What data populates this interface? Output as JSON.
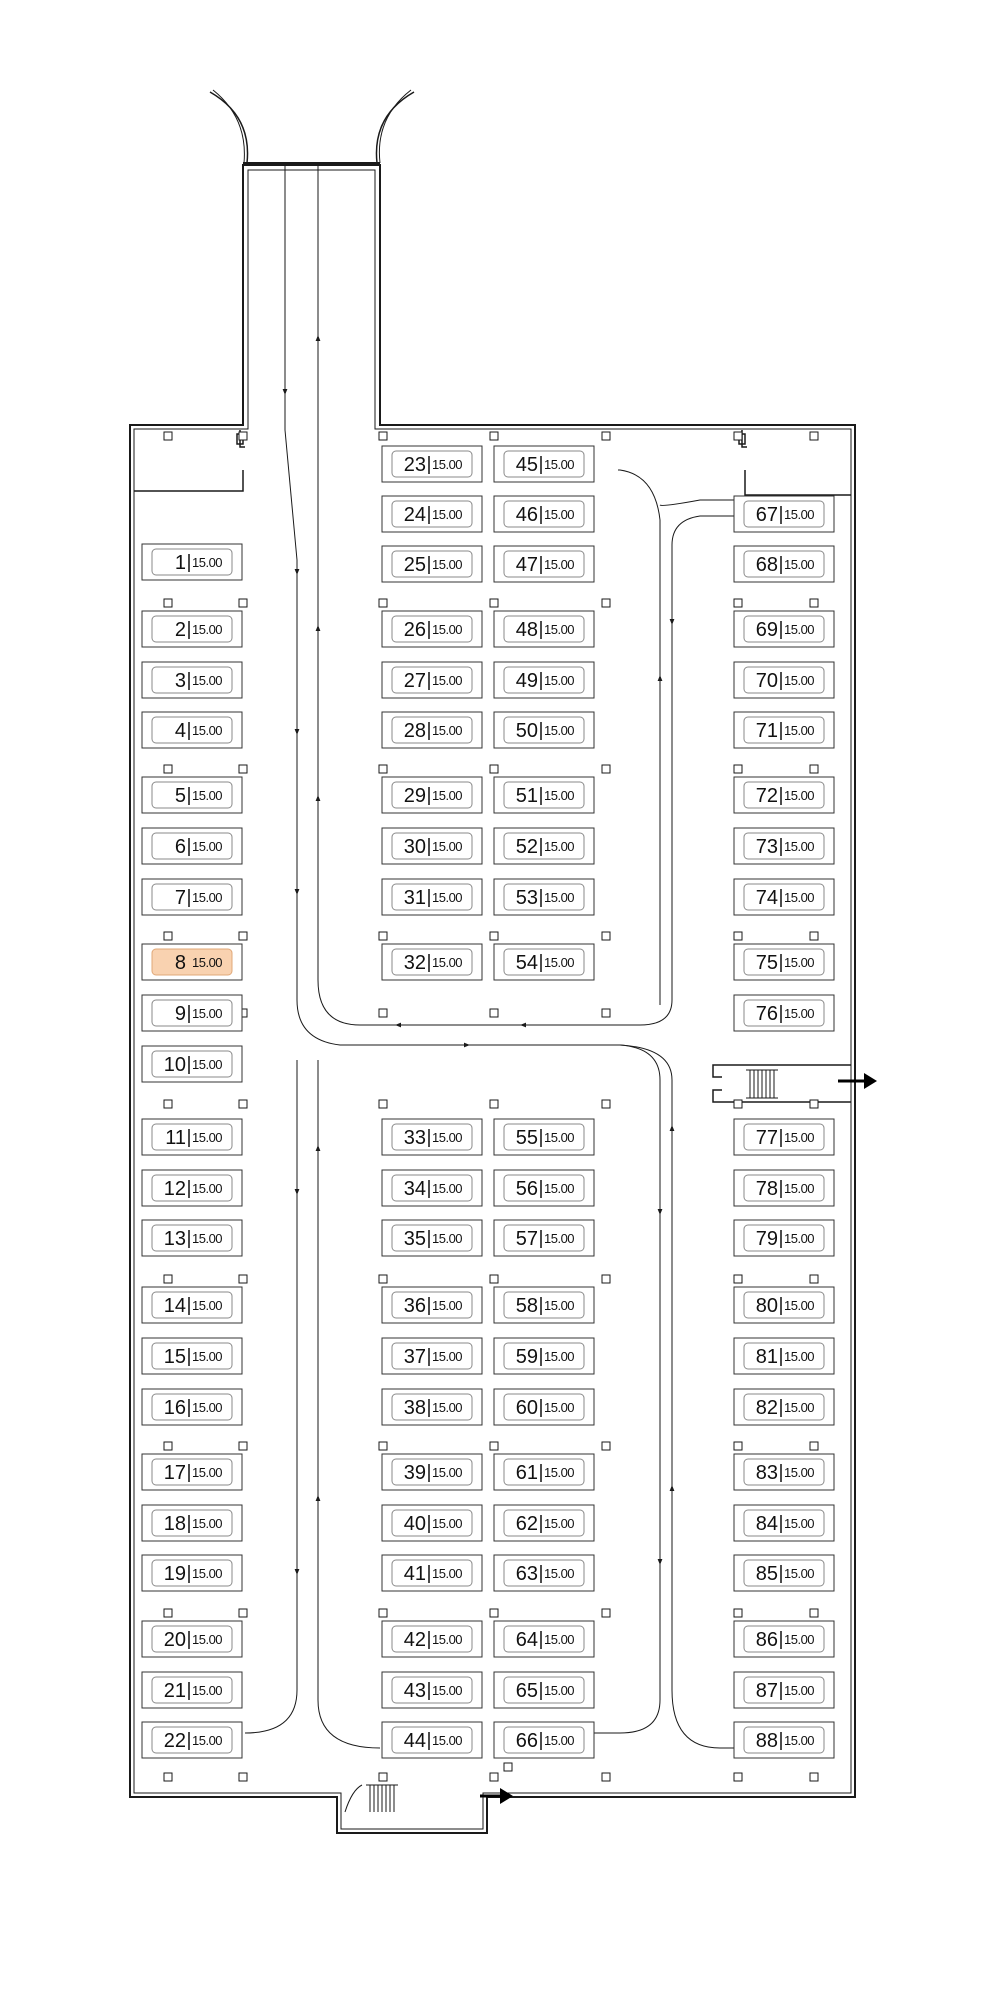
{
  "colors": {
    "line": "#1a1a1a",
    "spot_border": "#333333",
    "selected_fill": "#f9d2b0",
    "selected_border": "#e0a878",
    "background": "#ffffff"
  },
  "selected_spot": "8",
  "spots": [
    {
      "id": "1",
      "price": "15.00"
    },
    {
      "id": "2",
      "price": "15.00"
    },
    {
      "id": "3",
      "price": "15.00"
    },
    {
      "id": "4",
      "price": "15.00"
    },
    {
      "id": "5",
      "price": "15.00"
    },
    {
      "id": "6",
      "price": "15.00"
    },
    {
      "id": "7",
      "price": "15.00"
    },
    {
      "id": "8",
      "price": "15.00"
    },
    {
      "id": "9",
      "price": "15.00"
    },
    {
      "id": "10",
      "price": "15.00"
    },
    {
      "id": "11",
      "price": "15.00"
    },
    {
      "id": "12",
      "price": "15.00"
    },
    {
      "id": "13",
      "price": "15.00"
    },
    {
      "id": "14",
      "price": "15.00"
    },
    {
      "id": "15",
      "price": "15.00"
    },
    {
      "id": "16",
      "price": "15.00"
    },
    {
      "id": "17",
      "price": "15.00"
    },
    {
      "id": "18",
      "price": "15.00"
    },
    {
      "id": "19",
      "price": "15.00"
    },
    {
      "id": "20",
      "price": "15.00"
    },
    {
      "id": "21",
      "price": "15.00"
    },
    {
      "id": "22",
      "price": "15.00"
    },
    {
      "id": "23",
      "price": "15.00"
    },
    {
      "id": "24",
      "price": "15.00"
    },
    {
      "id": "25",
      "price": "15.00"
    },
    {
      "id": "26",
      "price": "15.00"
    },
    {
      "id": "27",
      "price": "15.00"
    },
    {
      "id": "28",
      "price": "15.00"
    },
    {
      "id": "29",
      "price": "15.00"
    },
    {
      "id": "30",
      "price": "15.00"
    },
    {
      "id": "31",
      "price": "15.00"
    },
    {
      "id": "32",
      "price": "15.00"
    },
    {
      "id": "33",
      "price": "15.00"
    },
    {
      "id": "34",
      "price": "15.00"
    },
    {
      "id": "35",
      "price": "15.00"
    },
    {
      "id": "36",
      "price": "15.00"
    },
    {
      "id": "37",
      "price": "15.00"
    },
    {
      "id": "38",
      "price": "15.00"
    },
    {
      "id": "39",
      "price": "15.00"
    },
    {
      "id": "40",
      "price": "15.00"
    },
    {
      "id": "41",
      "price": "15.00"
    },
    {
      "id": "42",
      "price": "15.00"
    },
    {
      "id": "43",
      "price": "15.00"
    },
    {
      "id": "44",
      "price": "15.00"
    },
    {
      "id": "45",
      "price": "15.00"
    },
    {
      "id": "46",
      "price": "15.00"
    },
    {
      "id": "47",
      "price": "15.00"
    },
    {
      "id": "48",
      "price": "15.00"
    },
    {
      "id": "49",
      "price": "15.00"
    },
    {
      "id": "50",
      "price": "15.00"
    },
    {
      "id": "51",
      "price": "15.00"
    },
    {
      "id": "52",
      "price": "15.00"
    },
    {
      "id": "53",
      "price": "15.00"
    },
    {
      "id": "54",
      "price": "15.00"
    },
    {
      "id": "55",
      "price": "15.00"
    },
    {
      "id": "56",
      "price": "15.00"
    },
    {
      "id": "57",
      "price": "15.00"
    },
    {
      "id": "58",
      "price": "15.00"
    },
    {
      "id": "59",
      "price": "15.00"
    },
    {
      "id": "60",
      "price": "15.00"
    },
    {
      "id": "61",
      "price": "15.00"
    },
    {
      "id": "62",
      "price": "15.00"
    },
    {
      "id": "63",
      "price": "15.00"
    },
    {
      "id": "64",
      "price": "15.00"
    },
    {
      "id": "65",
      "price": "15.00"
    },
    {
      "id": "66",
      "price": "15.00"
    },
    {
      "id": "67",
      "price": "15.00"
    },
    {
      "id": "68",
      "price": "15.00"
    },
    {
      "id": "69",
      "price": "15.00"
    },
    {
      "id": "70",
      "price": "15.00"
    },
    {
      "id": "71",
      "price": "15.00"
    },
    {
      "id": "72",
      "price": "15.00"
    },
    {
      "id": "73",
      "price": "15.00"
    },
    {
      "id": "74",
      "price": "15.00"
    },
    {
      "id": "75",
      "price": "15.00"
    },
    {
      "id": "76",
      "price": "15.00"
    },
    {
      "id": "77",
      "price": "15.00"
    },
    {
      "id": "78",
      "price": "15.00"
    },
    {
      "id": "79",
      "price": "15.00"
    },
    {
      "id": "80",
      "price": "15.00"
    },
    {
      "id": "81",
      "price": "15.00"
    },
    {
      "id": "82",
      "price": "15.00"
    },
    {
      "id": "83",
      "price": "15.00"
    },
    {
      "id": "84",
      "price": "15.00"
    },
    {
      "id": "85",
      "price": "15.00"
    },
    {
      "id": "86",
      "price": "15.00"
    },
    {
      "id": "87",
      "price": "15.00"
    },
    {
      "id": "88",
      "price": "15.00"
    }
  ],
  "icons": {
    "exit_arrow": "exit-arrow-icon",
    "stairs": "stairs-icon",
    "pillar": "pillar-icon",
    "direction_arrow": "direction-arrow-icon"
  }
}
